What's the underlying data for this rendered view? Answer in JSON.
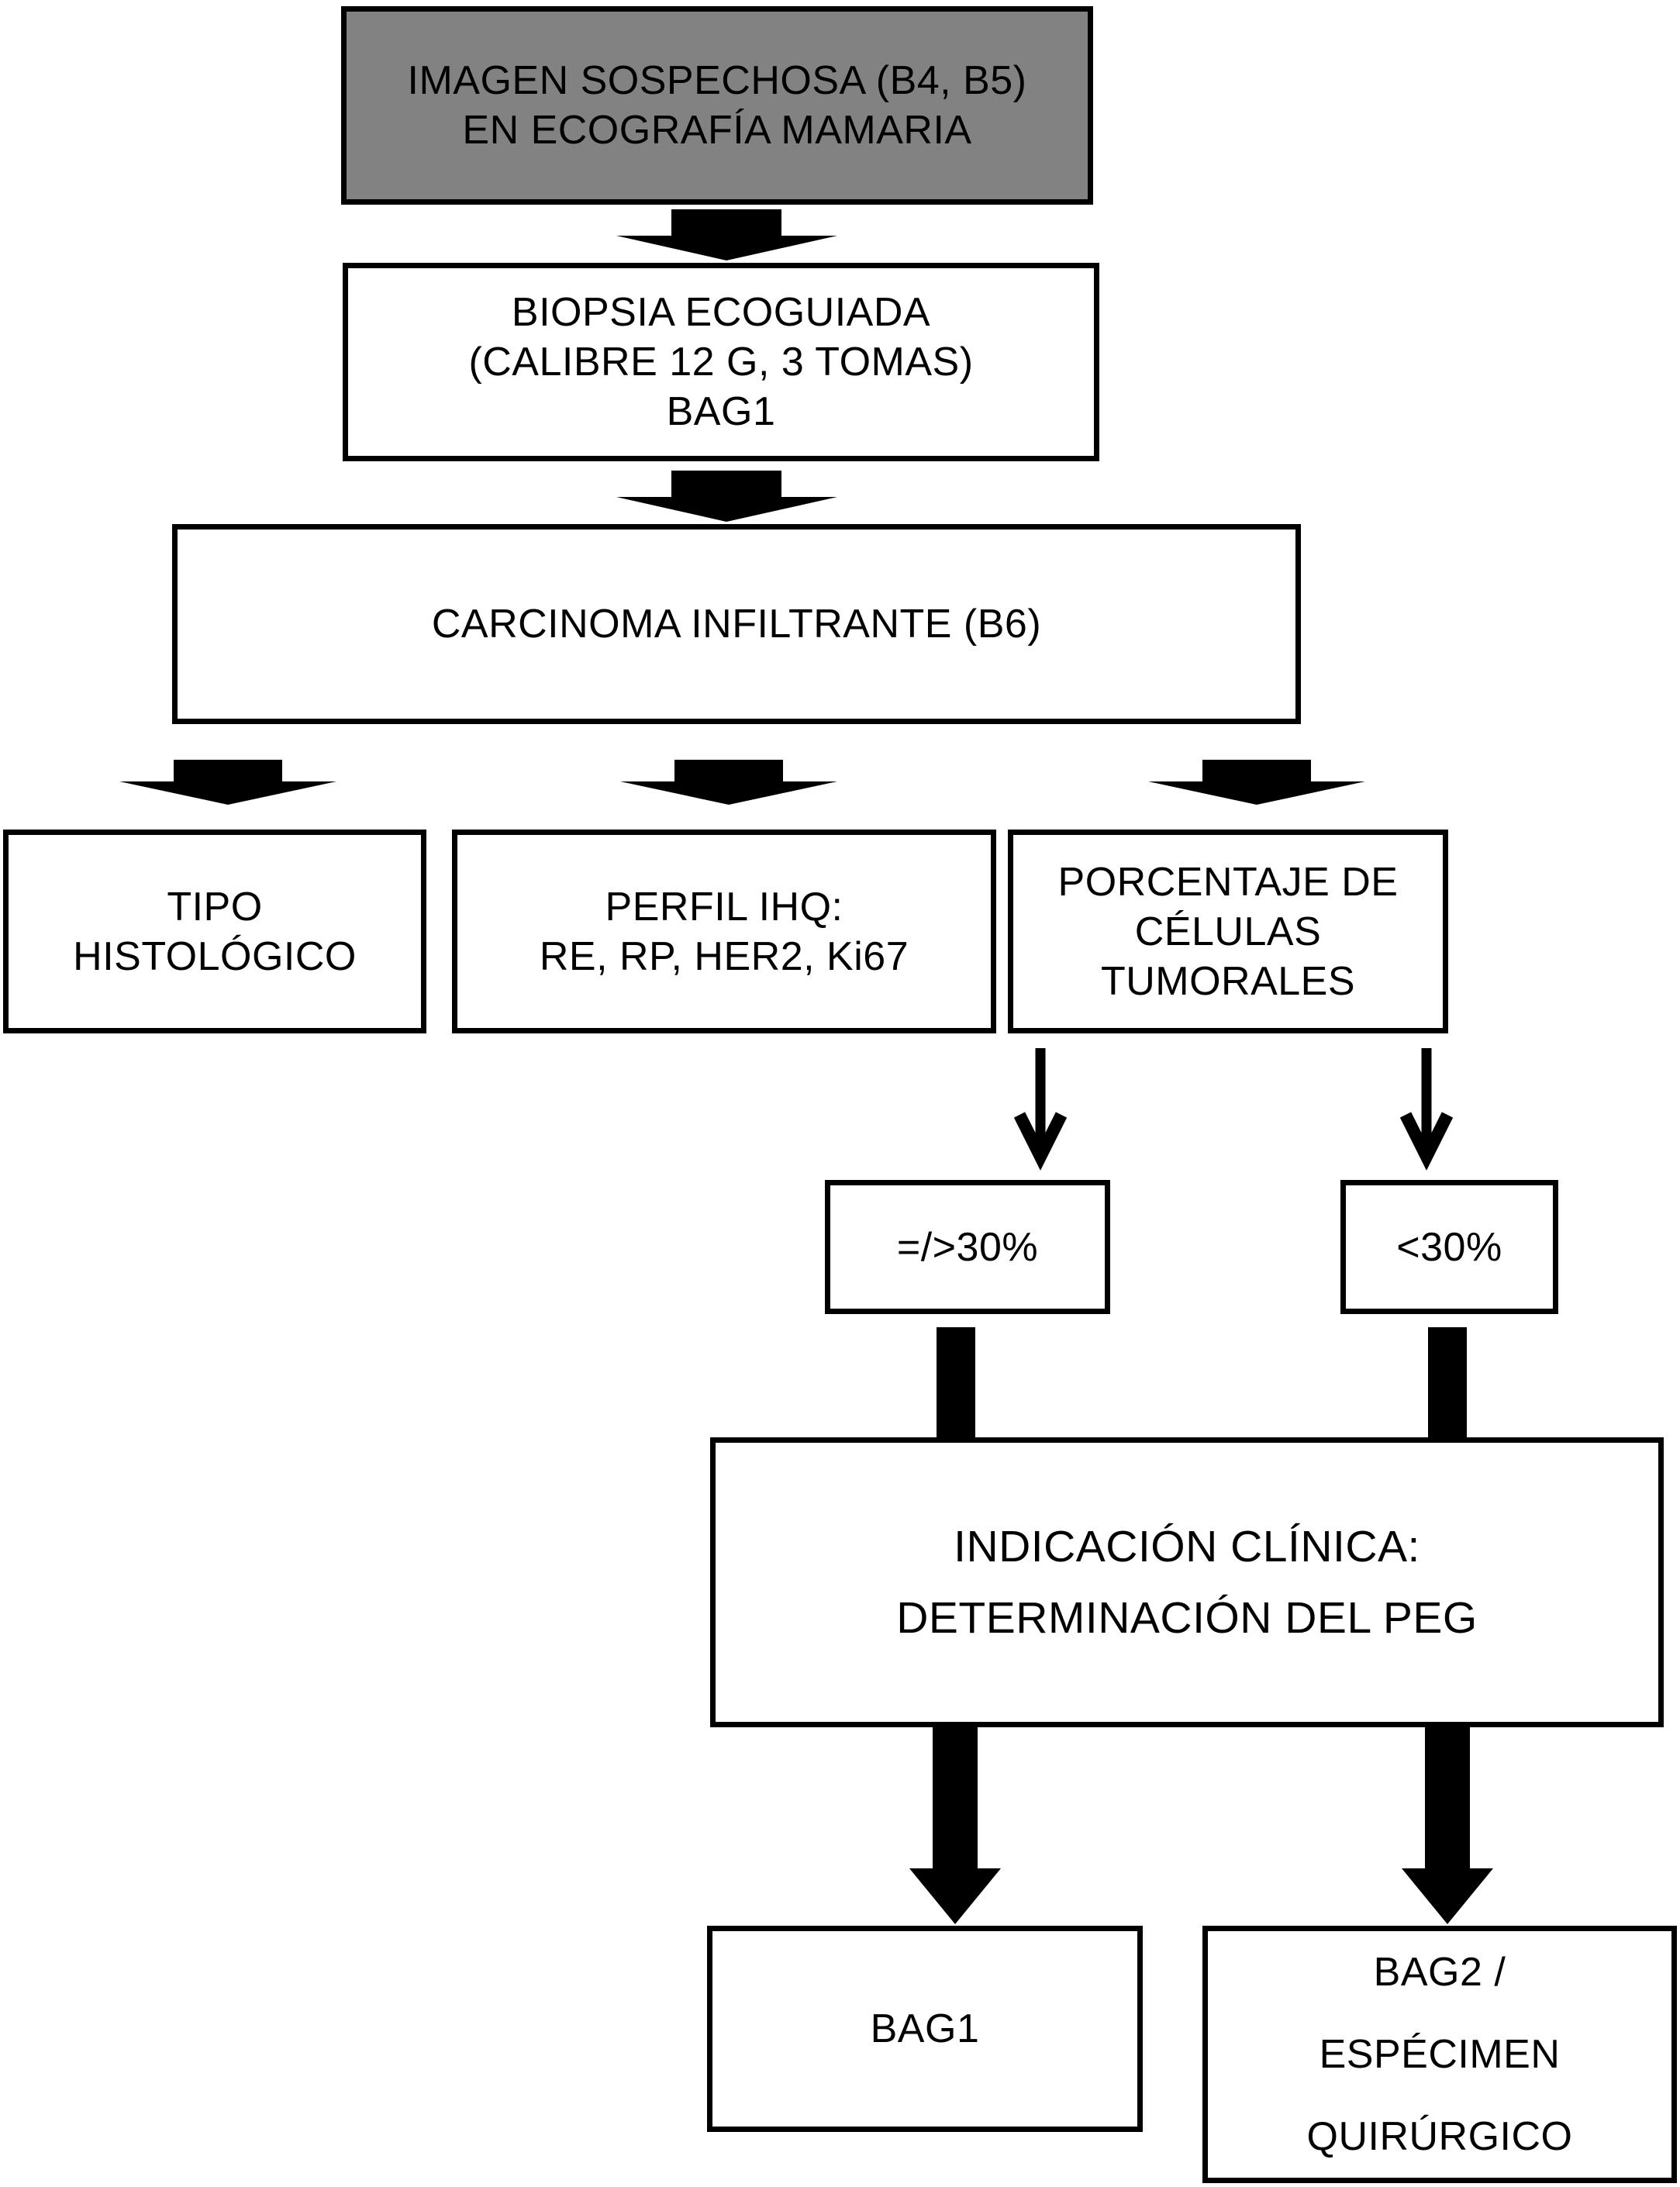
{
  "figure": {
    "type": "flowchart",
    "language": "es",
    "topic": "Algoritmo de biopsia en imagen sospechosa de ecografía mamaria"
  },
  "colors": {
    "background": "#ffffff",
    "line": "#000000",
    "text": "#000000",
    "box_fill": "#ffffff",
    "highlight_fill": "#828282"
  },
  "nodes": {
    "imagen": {
      "lines": [
        "IMAGEN SOSPECHOSA (B4, B5)",
        "EN ECOGRAFÍA MAMARIA"
      ]
    },
    "biopsia": {
      "lines": [
        "BIOPSIA ECOGUIADA",
        "(CALIBRE 12 G, 3 TOMAS)",
        "BAG1"
      ]
    },
    "carcinoma": {
      "lines": [
        "CARCINOMA INFILTRANTE (B6)"
      ]
    },
    "tipo": {
      "lines": [
        "TIPO",
        "HISTOLÓGICO"
      ]
    },
    "perfil": {
      "lines": [
        "PERFIL IHQ:",
        "RE, RP, HER2, Ki67"
      ]
    },
    "porcentaje": {
      "lines": [
        "PORCENTAJE DE",
        "CÉLULAS",
        "TUMORALES"
      ]
    },
    "ge30": {
      "lines": [
        "=/>30%"
      ]
    },
    "lt30": {
      "lines": [
        "<30%"
      ]
    },
    "indicacion": {
      "lines": [
        "INDICACIÓN CLÍNICA:",
        "DETERMINACIÓN DEL PEG"
      ]
    },
    "bag1": {
      "lines": [
        "BAG1"
      ]
    },
    "bag2": {
      "lines": [
        "BAG2 /",
        "ESPÉCIMEN",
        "QUIRÚRGICO"
      ]
    }
  },
  "connectors": [
    {
      "from": "imagen",
      "to": "biopsia",
      "style": "block-arrow"
    },
    {
      "from": "biopsia",
      "to": "carcinoma",
      "style": "block-arrow"
    },
    {
      "from": "carcinoma",
      "to": "tipo",
      "style": "block-arrow"
    },
    {
      "from": "carcinoma",
      "to": "perfil",
      "style": "block-arrow"
    },
    {
      "from": "carcinoma",
      "to": "porcentaje",
      "style": "block-arrow"
    },
    {
      "from": "porcentaje",
      "to": "ge30",
      "style": "thin-arrow"
    },
    {
      "from": "porcentaje",
      "to": "lt30",
      "style": "thin-arrow"
    },
    {
      "from": "ge30",
      "to": "indicacion",
      "style": "thick-stem"
    },
    {
      "from": "lt30",
      "to": "indicacion",
      "style": "thick-stem"
    },
    {
      "from": "indicacion",
      "to": "bag1",
      "style": "thick-arrow"
    },
    {
      "from": "indicacion",
      "to": "bag2",
      "style": "thick-arrow"
    }
  ]
}
